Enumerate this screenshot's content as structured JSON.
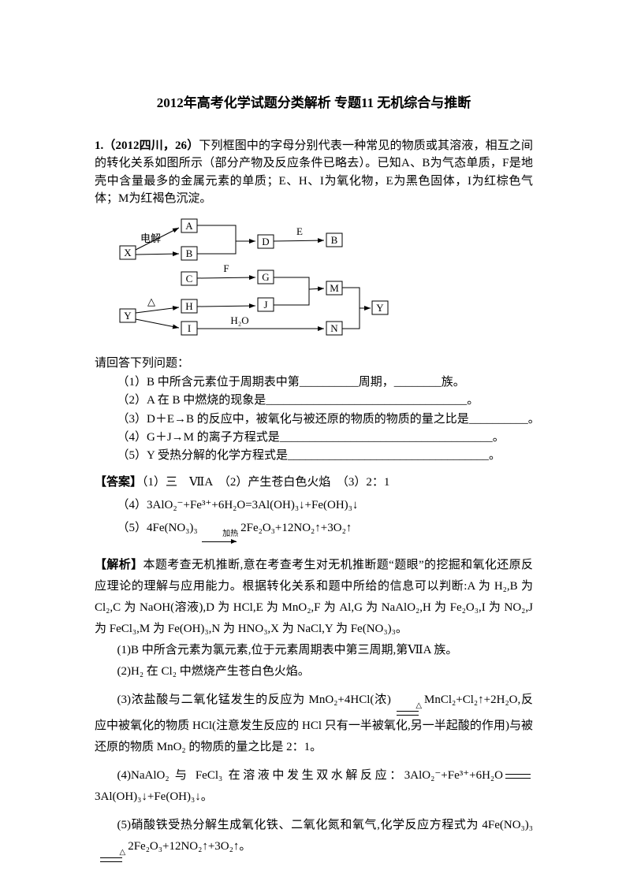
{
  "title": "2012年高考化学试题分类解析 专题11 无机综合与推断",
  "question": {
    "number": "1.（2012四川，26）",
    "body": "下列框图中的字母分别代表一种常见的物质或其溶液，相互之间的转化关系如图所示（部分产物及反应条件已略去）。已知A、B为气态单质，F是地壳中含量最多的金属元素的单质；E、H、I为氧化物，E为黑色固体，I为红棕色气体；M为红褐色沉淀。",
    "prompt": "请回答下列问题：",
    "subs": [
      "（1）B 中所含元素位于周期表中第__________周期，________族。",
      "（2）A 在 B 中燃烧的现象是__________________________________。",
      "（3）D＋E→B 的反应中，被氧化与被还原的物质的物质的量之比是__________。",
      "（4）G＋J→M 的离子方程式是____________________________________。",
      "（5）Y 受热分解的化学方程式是__________________________________。"
    ]
  },
  "diagram": {
    "nodes": {
      "x": "X",
      "a": "A",
      "b": "B",
      "d": "D",
      "b2": "B",
      "c": "C",
      "g": "G",
      "y1": "Y",
      "h": "H",
      "i": "I",
      "j": "J",
      "m": "M",
      "n": "N",
      "y2": "Y"
    },
    "labels": {
      "electrolysis": "电解",
      "e": "E",
      "f": "F",
      "delta": "△",
      "h2o": "H₂O"
    }
  },
  "answer": {
    "label": "【答案】",
    "line1": "（1）三　ⅦA　（2）产生苍白色火焰　（3）2：1",
    "line2": "（4）3AlO₂⁻+Fe³⁺+6H₂O=3Al(OH)₃↓+Fe(OH)₃↓",
    "line3_pre": "（5）4Fe(NO₃)₃",
    "line3_arrow_label": "加热",
    "line3_post": "2Fe₂O₃+12NO₂↑+3O₂↑"
  },
  "analysis": {
    "label": "【解析】",
    "intro": "本题考查无机推断,意在考查考生对无机推断题“题眼”的挖掘和氧化还原反应理论的理解与应用能力。根据转化关系和题中所给的信息可以判断:A 为 H₂,B 为 Cl₂,C 为 NaOH(溶液),D 为 HCl,E 为 MnO₂,F 为 Al,G 为 NaAlO₂,H 为 Fe₂O₃,I 为 NO₂,J 为 FeCl₃,M 为 Fe(OH)₃,N 为 HNO₃,X 为 NaCl,Y 为 Fe(NO₃)₃。",
    "p1": "(1)B 中所含元素为氯元素,位于元素周期表中第三周期,第ⅦA 族。",
    "p2": "(2)H₂ 在 Cl₂ 中燃烧产生苍白色火焰。",
    "p3_pre": "(3)浓盐酸与二氧化锰发生的反应为 MnO₂+4HCl(浓)",
    "p3_label": "△",
    "p3_post": "MnCl₂+Cl₂↑+2H₂O,反应中被氧化的物质 HCl(注意发生反应的 HCl 只有一半被氧化,另一半起酸的作用)与被还原的物质 MnO₂ 的物质的量之比是 2：1。",
    "p4_pre": "(4)NaAlO₂ 与 FeCl₃ 在溶液中发生双水解反应：3AlO₂⁻+Fe³⁺+6H₂O",
    "p4_post": "3Al(OH)₃↓+Fe(OH)₃↓。",
    "p5_pre": "(5)硝酸铁受热分解生成氧化铁、二氧化氮和氧气,化学反应方程式为 4Fe(NO₃)₃",
    "p5_label": "△",
    "p5_post": "2Fe₂O₃+12NO₂↑+3O₂↑。"
  }
}
